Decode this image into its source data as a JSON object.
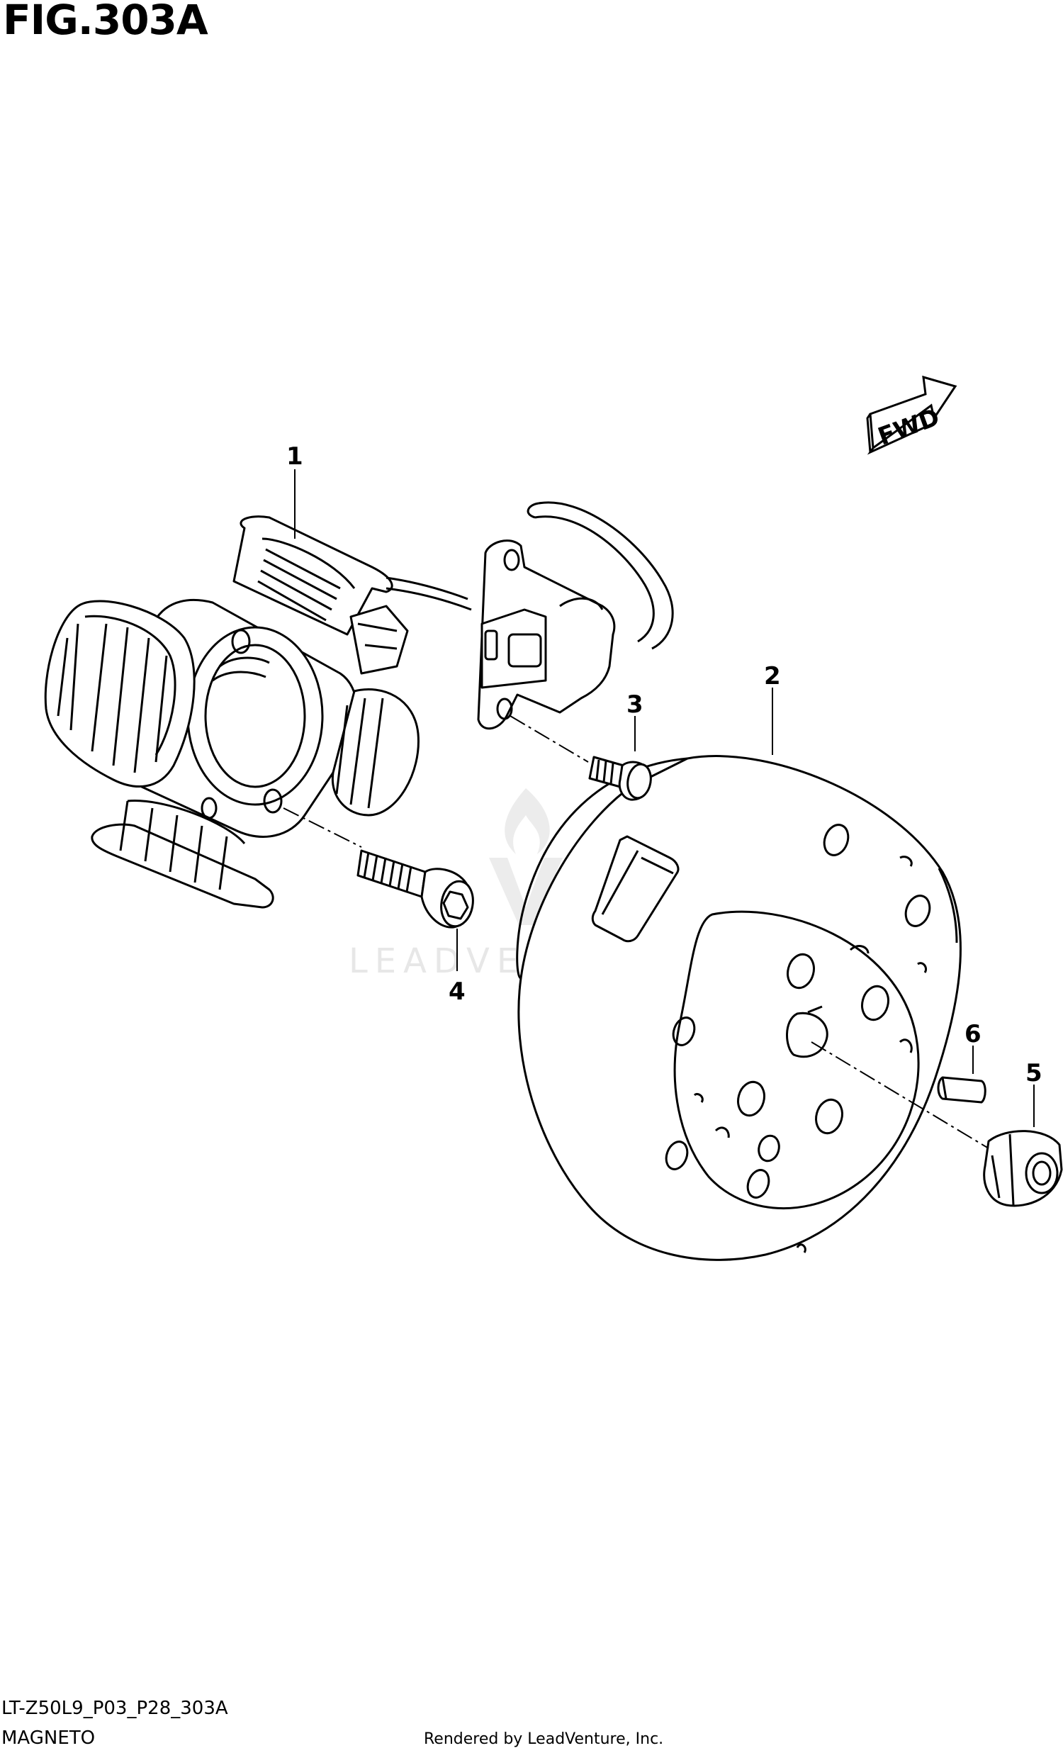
{
  "figure_title": "FIG.303A",
  "direction_badge": "FWD",
  "callouts": [
    "1",
    "2",
    "3",
    "4",
    "5",
    "6"
  ],
  "watermark": "LEADVENTURE",
  "footer": {
    "code": "LT-Z50L9_P03_P28_303A",
    "name": "MAGNETO",
    "credit": "Rendered by LeadVenture, Inc."
  }
}
